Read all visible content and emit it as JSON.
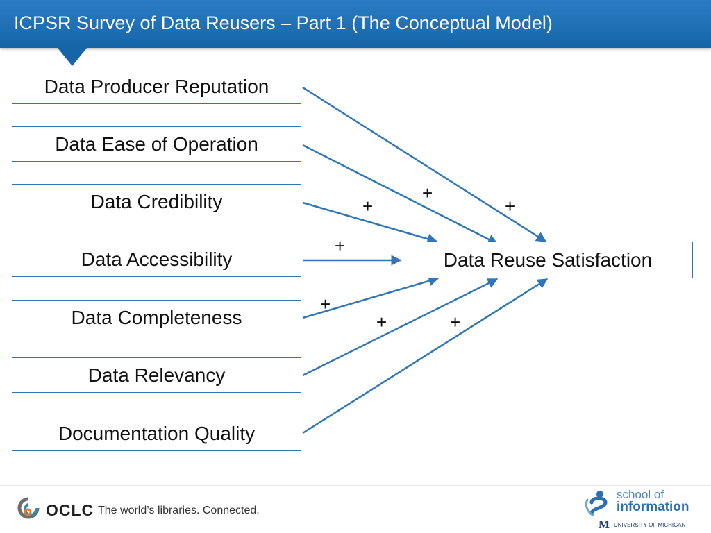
{
  "slide": {
    "title": "ICPSR Survey of Data Reusers – Part 1 (The Conceptual Model)"
  },
  "diagram": {
    "factors": [
      "Data Producer Reputation",
      "Data Ease of Operation",
      "Data Credibility",
      "Data Accessibility",
      "Data Completeness",
      "Data Relevancy",
      "Documentation Quality"
    ],
    "outcome": "Data Reuse Satisfaction",
    "relation_sign": "+",
    "arrow_color": "#2f76b8"
  },
  "footer": {
    "oclc_name": "OCLC",
    "oclc_tagline": "The world’s libraries. Connected.",
    "school_line1": "school of",
    "school_line2": "information",
    "university_mark": "M",
    "university_name": "UNIVERSITY OF MICHIGAN"
  }
}
